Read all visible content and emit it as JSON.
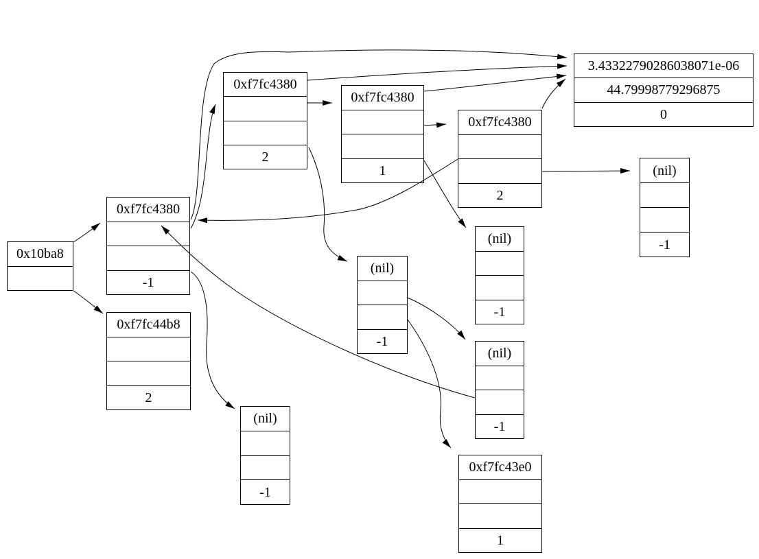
{
  "diagram": {
    "description": "Linked data-structure graph of record nodes with pointer fields",
    "colors": {
      "background": "#ffffff",
      "line": "#000000",
      "text": "#000000"
    },
    "nodes": [
      {
        "id": "0x10ba8",
        "rows": [
          "0x10ba8",
          ""
        ]
      },
      {
        "id": "0xf7fc4380-main",
        "rows": [
          "0xf7fc4380",
          "",
          "",
          "-1"
        ]
      },
      {
        "id": "0xf7fc44b8",
        "rows": [
          "0xf7fc44b8",
          "",
          "",
          "2"
        ]
      },
      {
        "id": "0xf7fc4380-a",
        "rows": [
          "0xf7fc4380",
          "",
          "",
          "2"
        ]
      },
      {
        "id": "0xf7fc4380-b",
        "rows": [
          "0xf7fc4380",
          "",
          "",
          "1"
        ]
      },
      {
        "id": "0xf7fc4380-c",
        "rows": [
          "0xf7fc4380",
          "",
          "",
          "2"
        ]
      },
      {
        "id": "float-values",
        "rows": [
          "3.43322790286038071e-06",
          "44.79998779296875",
          "0"
        ]
      },
      {
        "id": "nil-middle",
        "rows": [
          "(nil)",
          "",
          "",
          "-1"
        ]
      },
      {
        "id": "nil-upper-right",
        "rows": [
          "(nil)",
          "",
          "",
          "-1"
        ]
      },
      {
        "id": "nil-lower-right",
        "rows": [
          "(nil)",
          "",
          "",
          "-1"
        ]
      },
      {
        "id": "nil-far-right",
        "rows": [
          "(nil)",
          "",
          "",
          "-1"
        ]
      },
      {
        "id": "nil-bottom-left",
        "rows": [
          "(nil)",
          "",
          "",
          "-1"
        ]
      },
      {
        "id": "0xf7fc43e0",
        "rows": [
          "0xf7fc43e0",
          "",
          "",
          "1"
        ]
      }
    ],
    "edges": [
      {
        "from": "0x10ba8",
        "to": "0xf7fc4380-main"
      },
      {
        "from": "0x10ba8",
        "to": "0xf7fc44b8"
      },
      {
        "from": "0xf7fc4380-main",
        "to": "0xf7fc4380-a"
      },
      {
        "from": "0xf7fc4380-main",
        "to": "float-values"
      },
      {
        "from": "0xf7fc4380-main",
        "to": "nil-bottom-left"
      },
      {
        "from": "0xf7fc4380-a",
        "to": "0xf7fc4380-b"
      },
      {
        "from": "0xf7fc4380-a",
        "to": "float-values"
      },
      {
        "from": "0xf7fc4380-a",
        "to": "nil-middle"
      },
      {
        "from": "0xf7fc4380-b",
        "to": "0xf7fc4380-c"
      },
      {
        "from": "0xf7fc4380-b",
        "to": "float-values"
      },
      {
        "from": "0xf7fc4380-b",
        "to": "nil-upper-right"
      },
      {
        "from": "0xf7fc4380-c",
        "to": "float-values"
      },
      {
        "from": "0xf7fc4380-c",
        "to": "0xf7fc4380-main"
      },
      {
        "from": "0xf7fc4380-c",
        "to": "nil-far-right"
      },
      {
        "from": "nil-middle",
        "to": "nil-lower-right"
      },
      {
        "from": "nil-middle",
        "to": "0xf7fc43e0"
      },
      {
        "from": "nil-lower-right",
        "to": "0xf7fc4380-main"
      }
    ]
  }
}
